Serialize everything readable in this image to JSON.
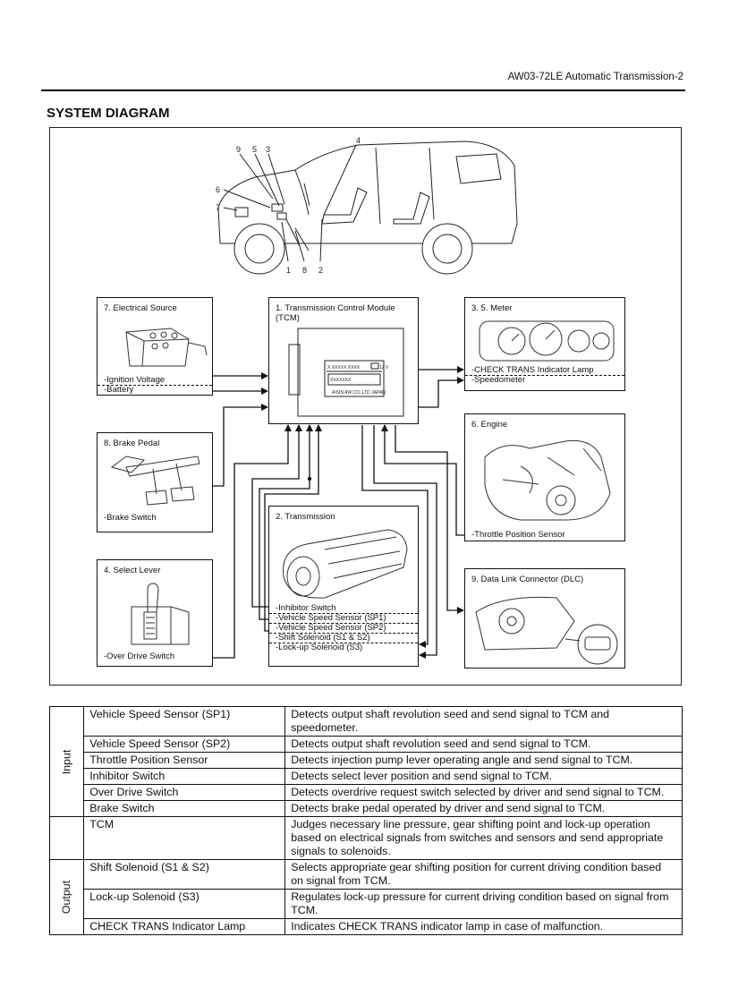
{
  "header": {
    "doc_title": "AW03-72LE Automatic Transmission-2"
  },
  "section_title": "SYSTEM DIAGRAM",
  "vehicle": {
    "callouts": [
      "9",
      "5",
      "3",
      "4",
      "6",
      "7",
      "1",
      "8",
      "2"
    ]
  },
  "boxes": {
    "electrical_source": {
      "title": "7. Electrical Source",
      "items": [
        "-Ignition Voltage",
        "-Battery"
      ]
    },
    "tcm": {
      "title_line1": "1. Transmission Control Module",
      "title_line2": "(TCM)",
      "label1": "X XXXXX XXXX",
      "label2": "12 V",
      "label3": "XXXXXXX",
      "maker": "AISIN AW CO.,LTD JAPAN"
    },
    "meter": {
      "title": "3. 5. Meter",
      "items": [
        "-CHECK TRANS Indicator Lamp",
        "-Speedometer"
      ]
    },
    "engine": {
      "title": "6. Engine",
      "items": [
        "-Throttle Position Sensor"
      ]
    },
    "brake_pedal": {
      "title": "8. Brake Pedal",
      "items": [
        "-Brake Switch"
      ]
    },
    "transmission": {
      "title": "2. Transmission",
      "items": [
        "-Inhibitor Switch",
        "-Vehicle Speed Sensor (SP1)",
        "-Vehicle Speed Sensor (SP2)",
        "-Shift Solenoid (S1 & S2)",
        "-Lock-up Solenoid (S3)"
      ]
    },
    "select_lever": {
      "title": "4. Select Lever",
      "items": [
        "-Over Drive Switch"
      ]
    },
    "dlc": {
      "title": "9. Data Link Connector (DLC)"
    }
  },
  "table": {
    "groups": {
      "input": "Input",
      "output": "Output"
    },
    "input_rows": [
      {
        "component": "Vehicle Speed Sensor (SP1)",
        "function": "Detects output shaft revolution seed and send signal to TCM and speedometer."
      },
      {
        "component": "Vehicle Speed Sensor (SP2)",
        "function": "Detects output shaft revolution seed and send signal to TCM."
      },
      {
        "component": "Throttle Position Sensor",
        "function": "Detects injection pump lever operating angle and send signal to TCM."
      },
      {
        "component": "Inhibitor Switch",
        "function": "Detects select lever position and send signal to TCM."
      },
      {
        "component": "Over Drive Switch",
        "function": "Detects overdrive request switch selected by driver and send signal to TCM."
      },
      {
        "component": "Brake Switch",
        "function": "Detects brake pedal operated by driver and send signal to TCM."
      }
    ],
    "tcm_row": {
      "component": "TCM",
      "function": "Judges necessary line pressure, gear shifting point and lock-up operation based on electrical signals from switches and sensors and send appropriate signals to solenoids."
    },
    "output_rows": [
      {
        "component": "Shift Solenoid (S1 & S2)",
        "function": "Selects appropriate gear shifting position for current driving condition based on signal from TCM."
      },
      {
        "component": "Lock-up Solenoid (S3)",
        "function": "Regulates lock-up pressure for current driving condition based on signal from TCM."
      },
      {
        "component": "CHECK TRANS Indicator Lamp",
        "function": "Indicates CHECK TRANS indicator lamp in case of malfunction."
      }
    ]
  }
}
